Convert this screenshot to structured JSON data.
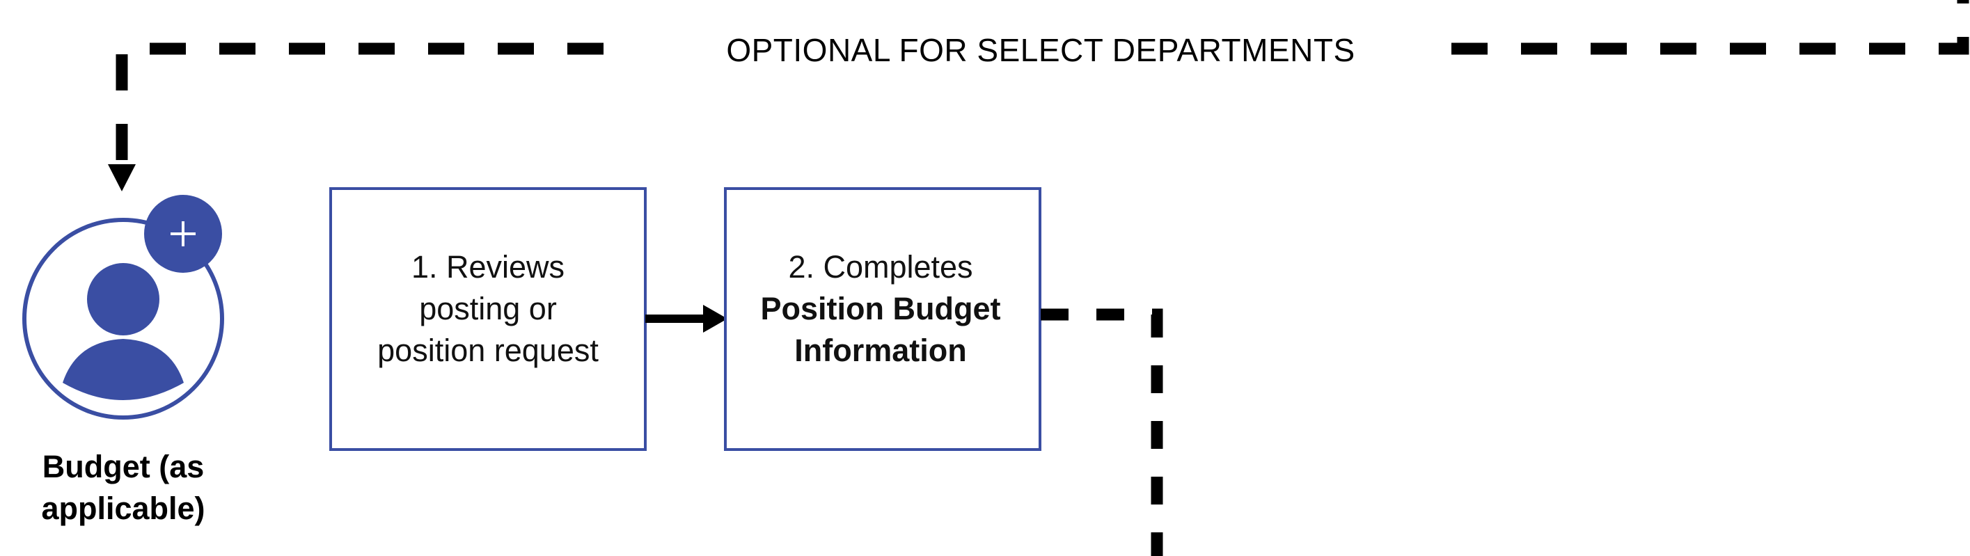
{
  "banner": {
    "label": "OPTIONAL FOR SELECT DEPARTMENTS"
  },
  "actor": {
    "label_line1": "Budget (as",
    "label_line2": "applicable)",
    "badge_symbol": "+",
    "icon": "user-add-icon"
  },
  "steps": [
    {
      "line1": "1. Reviews",
      "line2": "posting or",
      "line3": "position request"
    },
    {
      "line1": "2. Completes",
      "line2": "Position Budget",
      "line3": "Information"
    }
  ],
  "colors": {
    "accent": "#3a4ea3",
    "line": "#000000"
  }
}
